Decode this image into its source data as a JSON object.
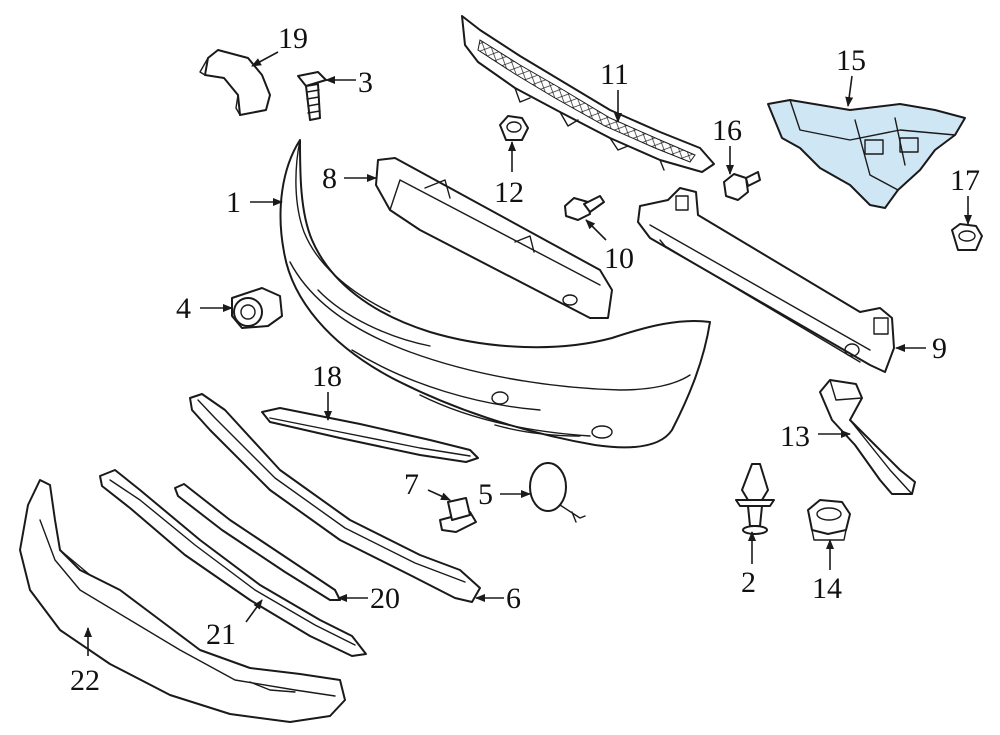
{
  "colors": {
    "highlight": "#cfe6f5",
    "line": "#1a1a1a",
    "background": "#ffffff"
  },
  "callouts": [
    {
      "id": "1",
      "text": "1"
    },
    {
      "id": "2",
      "text": "2"
    },
    {
      "id": "3",
      "text": "3"
    },
    {
      "id": "4",
      "text": "4"
    },
    {
      "id": "5",
      "text": "5"
    },
    {
      "id": "6",
      "text": "6"
    },
    {
      "id": "7",
      "text": "7"
    },
    {
      "id": "8",
      "text": "8"
    },
    {
      "id": "9",
      "text": "9"
    },
    {
      "id": "10",
      "text": "10"
    },
    {
      "id": "11",
      "text": "11"
    },
    {
      "id": "12",
      "text": "12"
    },
    {
      "id": "13",
      "text": "13"
    },
    {
      "id": "14",
      "text": "14"
    },
    {
      "id": "15",
      "text": "15"
    },
    {
      "id": "16",
      "text": "16"
    },
    {
      "id": "17",
      "text": "17"
    },
    {
      "id": "18",
      "text": "18"
    },
    {
      "id": "19",
      "text": "19"
    },
    {
      "id": "20",
      "text": "20"
    },
    {
      "id": "21",
      "text": "21"
    },
    {
      "id": "22",
      "text": "22"
    }
  ]
}
